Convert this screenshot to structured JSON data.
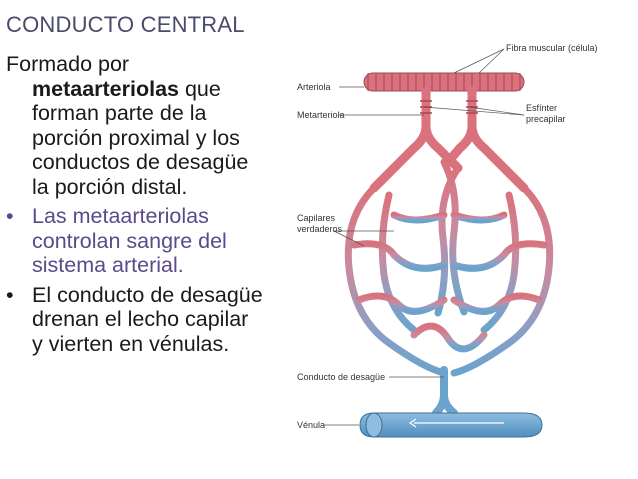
{
  "slide": {
    "title": "CONDUCTO CENTRAL",
    "intro": {
      "line1": "Formado por",
      "bold": "metaarteriolas",
      "rest_a": " que",
      "lines": [
        "forman parte de la",
        "porción proximal y los",
        "conductos de desagüe",
        "la porción distal."
      ]
    },
    "bullets": [
      {
        "symbol": "•",
        "lines": [
          "Las metaarteriolas",
          "controlan sangre del",
          "sistema arterial."
        ],
        "color": "#5a4a8a"
      },
      {
        "symbol": "•",
        "lines": [
          "El conducto de desagüe",
          "drenan el lecho capilar",
          "y vierten en vénulas."
        ],
        "color": "#1a1a1a"
      }
    ]
  },
  "diagram": {
    "labels": {
      "fibra": "Fibra muscular (célula)",
      "arteriola": "Arteriola",
      "metarteriola": "Metarteriola",
      "esfinter_1": "Esfínter",
      "esfinter_2": "precapilar",
      "capilares_1": "Capilares",
      "capilares_2": "verdaderos",
      "conducto": "Conducto de desagüe",
      "venula": "Vénula"
    },
    "colors": {
      "arterial": "#d9727c",
      "venous": "#6aa3cc",
      "vessel_outline": "#7a5a6a"
    }
  }
}
